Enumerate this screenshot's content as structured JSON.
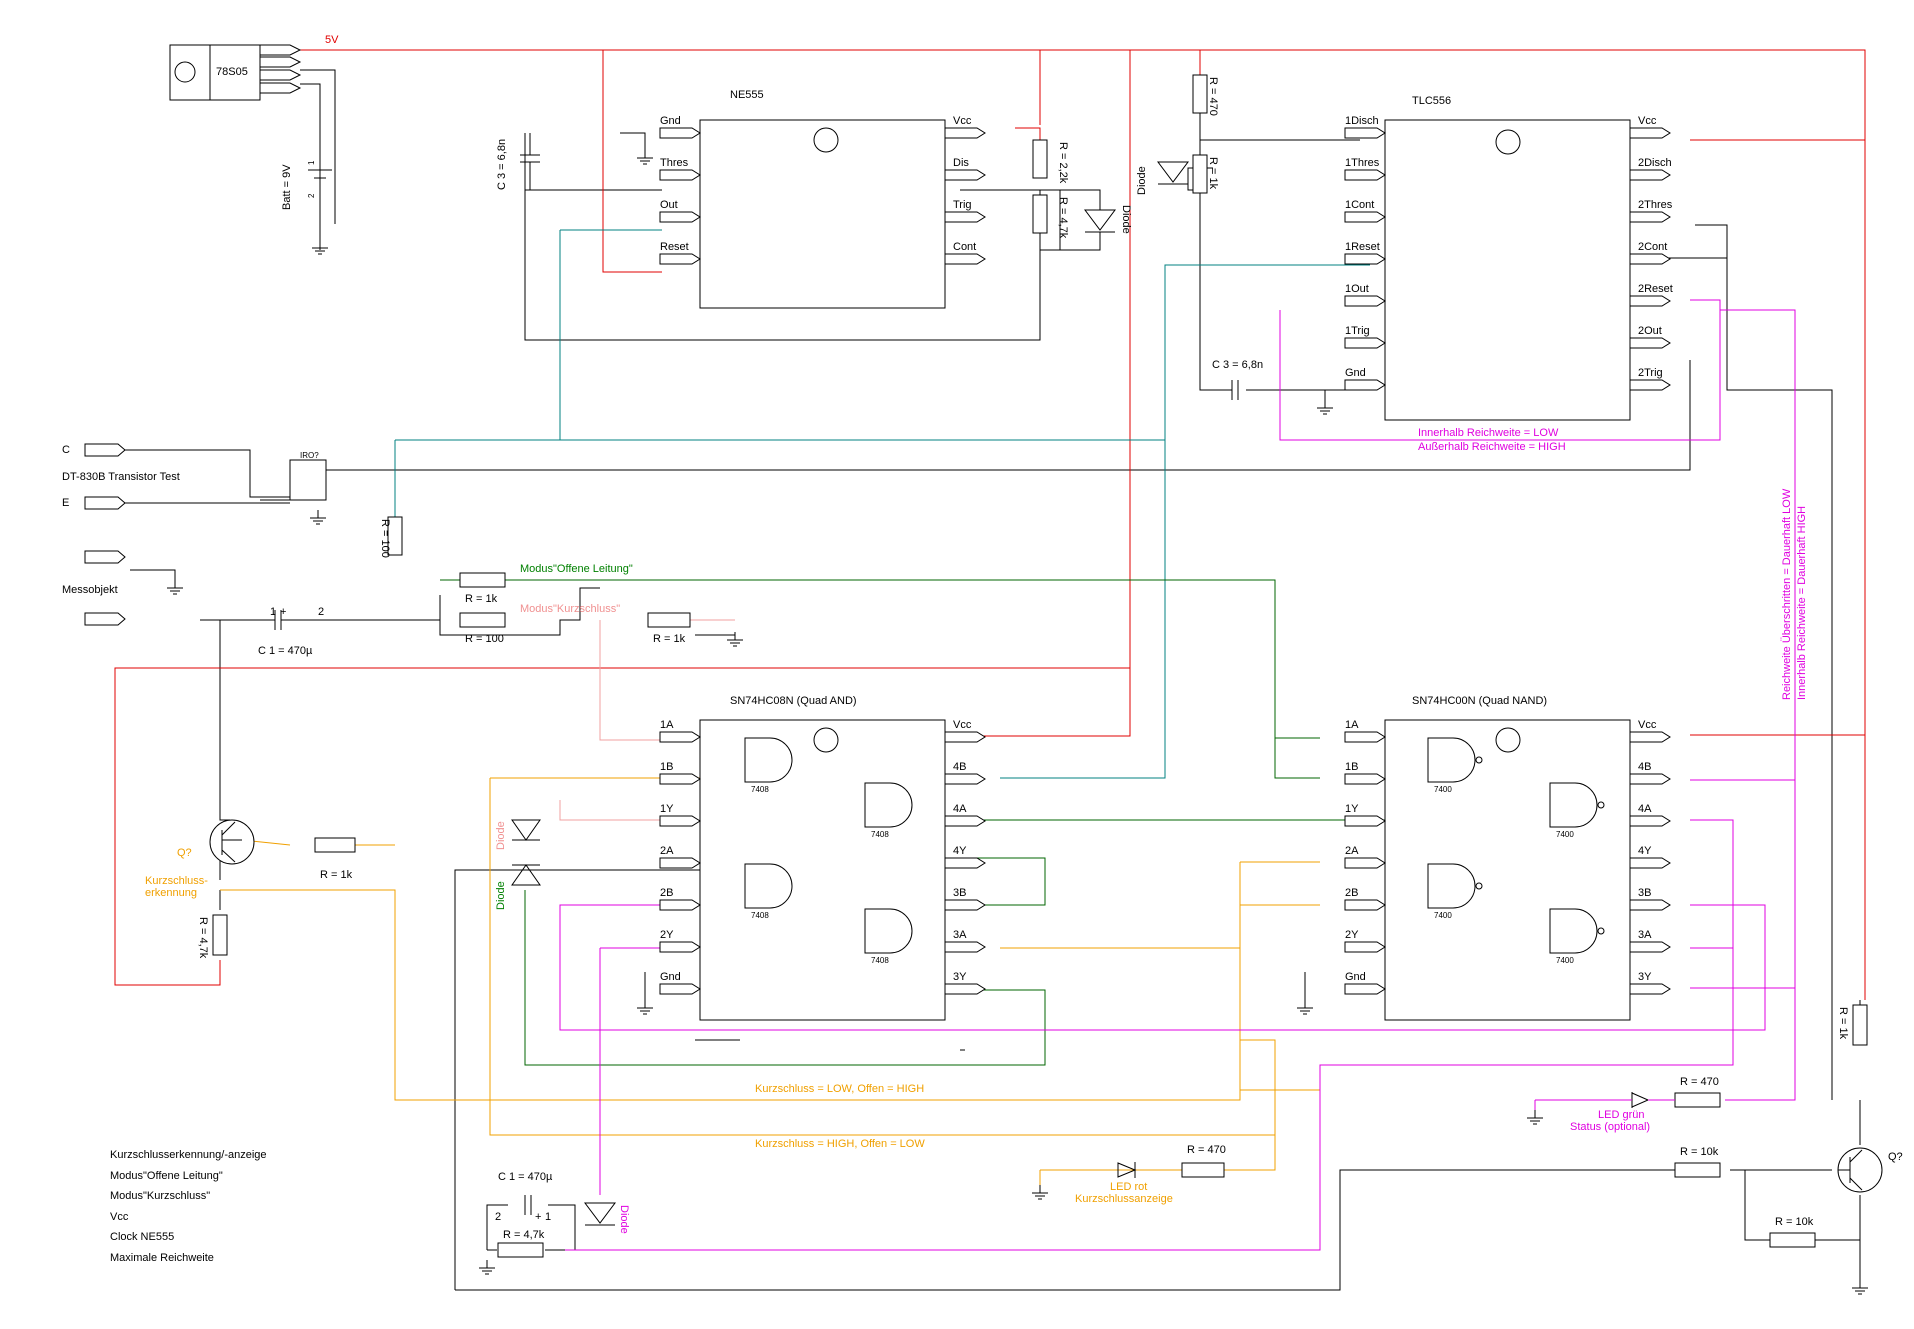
{
  "regulator": {
    "name": "78S05",
    "vcc_label": "5V"
  },
  "battery": {
    "label": "Batt = 9V",
    "pin1": "1",
    "pin2": "2"
  },
  "ne555": {
    "title": "NE555",
    "pins_left": [
      "Gnd",
      "Thres",
      "Out",
      "Reset"
    ],
    "pins_right": [
      "Vcc",
      "Dis",
      "Trig",
      "Cont"
    ]
  },
  "tlc556": {
    "title": "TLC556",
    "pins_left": [
      "1Disch",
      "1Thres",
      "1Cont",
      "1Reset",
      "1Out",
      "1Trig",
      "Gnd"
    ],
    "pins_right": [
      "Vcc",
      "2Disch",
      "2Thres",
      "2Cont",
      "2Reset",
      "2Out",
      "2Trig"
    ]
  },
  "and_chip": {
    "title": "SN74HC08N  (Quad AND)",
    "pins_left": [
      "1A",
      "1B",
      "1Y",
      "2A",
      "2B",
      "2Y",
      "Gnd"
    ],
    "pins_right": [
      "Vcc",
      "4B",
      "4A",
      "4Y",
      "3B",
      "3A",
      "3Y"
    ],
    "gate_label": "7408"
  },
  "nand_chip": {
    "title": "SN74HC00N  (Quad NAND)",
    "pins_left": [
      "1A",
      "1B",
      "1Y",
      "2A",
      "2B",
      "2Y",
      "Gnd"
    ],
    "pins_right": [
      "Vcc",
      "4B",
      "4A",
      "4Y",
      "3B",
      "3A",
      "3Y"
    ],
    "gate_label": "7400"
  },
  "components": {
    "c3_ne555": "C 3 = 6,8n",
    "r22k": "R = 2,2k",
    "r47k_555": "R = 4,7k",
    "diode": "Diode",
    "r470_top": "R = 470",
    "r1k_top": "R = 1k",
    "c3_556": "C 3 = 6,8n",
    "r100_v": "R = 100",
    "r1k_open": "R = 1k",
    "r100_h": "R = 100",
    "r1k_gnd": "R = 1k",
    "c1": "C 1 = 470µ",
    "c1_pin1": "1",
    "c1_pin2": "2",
    "r1k_base": "R = 1k",
    "r47k_left": "R = 4,7k",
    "q_left": "Q?",
    "c1_bottom": "C 1 = 470µ",
    "c1b_pin2": "2",
    "c1b_pin1": "1",
    "r47k_bottom": "R = 4,7k",
    "r470_led_red": "R = 470",
    "led_red": "LED rot",
    "led_red_sub": "Kurzschlussanzeige",
    "r470_led_green": "R = 470",
    "led_green": "LED grün",
    "led_green_sub": "Status (optional)",
    "r1k_right": "R = 1k",
    "r10k_a": "R = 10k",
    "r10k_b": "R = 10k",
    "q_right": "Q?",
    "opto": "IRO?"
  },
  "connectors": {
    "c": "C",
    "e": "E",
    "dt830": "DT-830B Transistor Test",
    "messobjekt": "Messobjekt"
  },
  "annotations": {
    "mode_open": "Modus\"Offene Leitung\"",
    "mode_short": "Modus\"Kurzschluss\"",
    "short_detect": "Kurzschluss-",
    "short_detect2": "erkennung",
    "range_low": "Innerhalb Reichweite = LOW",
    "range_high": "Außerhalb Reichweite = HIGH",
    "vert1": "Reichweite Überschritten = Dauerhaft LOW",
    "vert2": "Innerhalb Reichweite = Dauerhaft HIGH",
    "line1": "Kurzschluss = LOW, Offen = HIGH",
    "line2": "Kurzschluss = HIGH, Offen = LOW"
  },
  "legend": {
    "items": [
      {
        "text": "Kurzschlusserkennung/-anzeige",
        "color": "#f0a000"
      },
      {
        "text": "Modus\"Offene Leitung\"",
        "color": "#008000"
      },
      {
        "text": "Modus\"Kurzschluss\"",
        "color": "#f09090"
      },
      {
        "text": "Vcc",
        "color": "#e00000"
      },
      {
        "text": "Clock NE555",
        "color": "#008080"
      },
      {
        "text": "Maximale Reichweite",
        "color": "#e000e0"
      }
    ]
  }
}
